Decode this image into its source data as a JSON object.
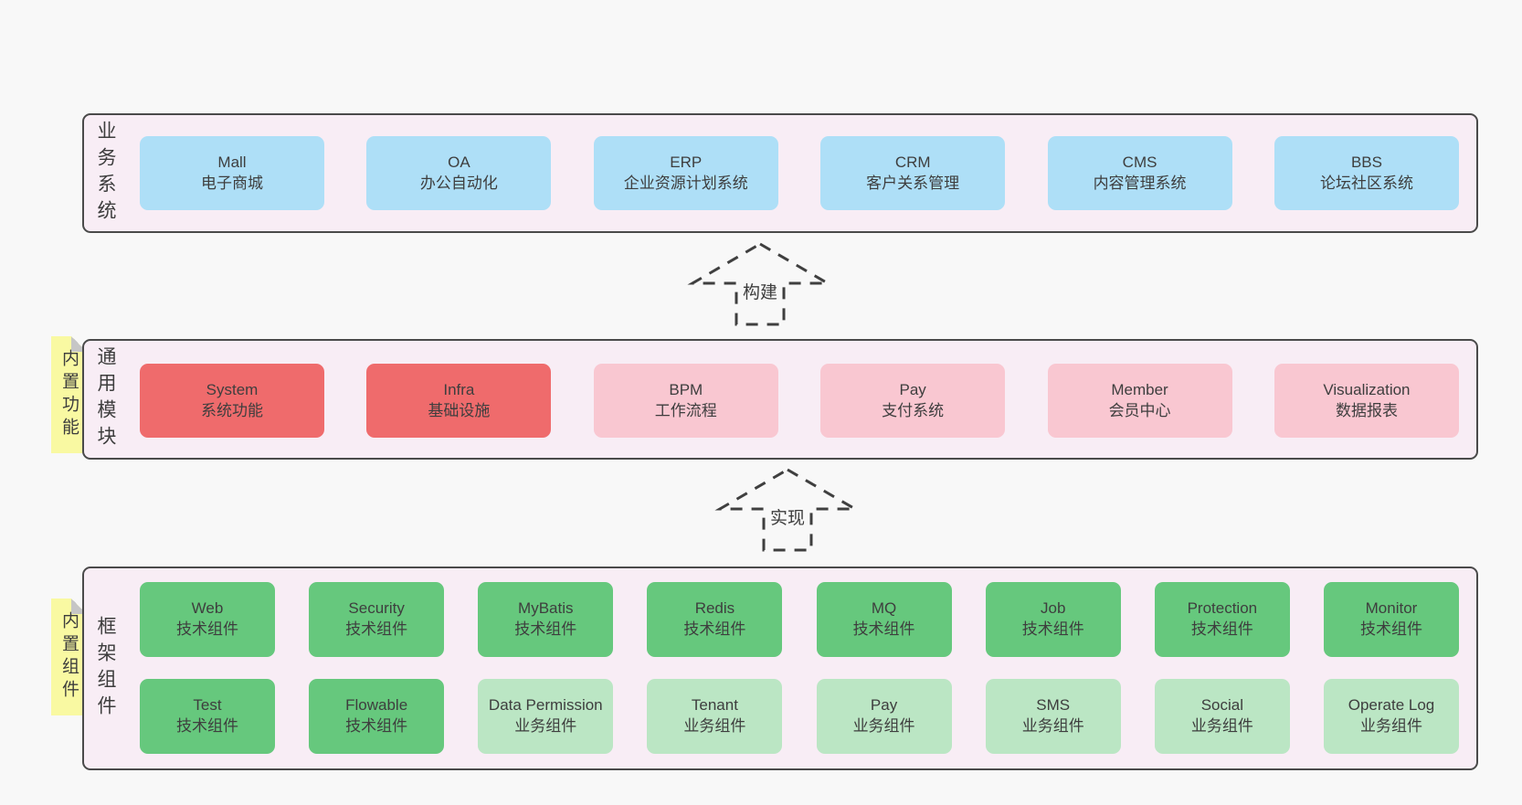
{
  "colors": {
    "page_background": "#f8f8f8",
    "layer_background": "#f8edf5",
    "layer_border": "#4a4a4a",
    "business_box": "#aedff7",
    "module_core_box": "#ef6b6c",
    "module_box": "#f9c7d1",
    "tech_component_box": "#66c87d",
    "biz_component_box": "#bbe6c4",
    "sticky_note": "#f9f9a2",
    "text": "#3d3d3d"
  },
  "arrows": {
    "build": "构建",
    "implement": "实现"
  },
  "layers": {
    "business": {
      "label": "业务系统",
      "boxes": [
        {
          "en": "Mall",
          "zh": "电子商城"
        },
        {
          "en": "OA",
          "zh": "办公自动化"
        },
        {
          "en": "ERP",
          "zh": "企业资源计划系统"
        },
        {
          "en": "CRM",
          "zh": "客户关系管理"
        },
        {
          "en": "CMS",
          "zh": "内容管理系统"
        },
        {
          "en": "BBS",
          "zh": "论坛社区系统"
        }
      ]
    },
    "modules": {
      "label": "通用模块",
      "note": "内置功能",
      "boxes": [
        {
          "en": "System",
          "zh": "系统功能"
        },
        {
          "en": "Infra",
          "zh": "基础设施"
        },
        {
          "en": "BPM",
          "zh": "工作流程"
        },
        {
          "en": "Pay",
          "zh": "支付系统"
        },
        {
          "en": "Member",
          "zh": "会员中心"
        },
        {
          "en": "Visualization",
          "zh": "数据报表"
        }
      ]
    },
    "components": {
      "label": "框架组件",
      "note": "内置组件",
      "row1": [
        {
          "en": "Web",
          "zh": "技术组件"
        },
        {
          "en": "Security",
          "zh": "技术组件"
        },
        {
          "en": "MyBatis",
          "zh": "技术组件"
        },
        {
          "en": "Redis",
          "zh": "技术组件"
        },
        {
          "en": "MQ",
          "zh": "技术组件"
        },
        {
          "en": "Job",
          "zh": "技术组件"
        },
        {
          "en": "Protection",
          "zh": "技术组件"
        },
        {
          "en": "Monitor",
          "zh": "技术组件"
        }
      ],
      "row2": [
        {
          "en": "Test",
          "zh": "技术组件"
        },
        {
          "en": "Flowable",
          "zh": "技术组件"
        },
        {
          "en": "Data Permission",
          "zh": "业务组件"
        },
        {
          "en": "Tenant",
          "zh": "业务组件"
        },
        {
          "en": "Pay",
          "zh": "业务组件"
        },
        {
          "en": "SMS",
          "zh": "业务组件"
        },
        {
          "en": "Social",
          "zh": "业务组件"
        },
        {
          "en": "Operate Log",
          "zh": "业务组件"
        }
      ]
    }
  }
}
